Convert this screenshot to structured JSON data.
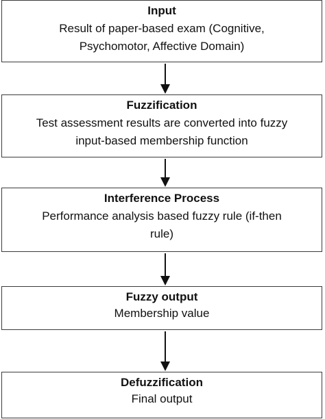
{
  "steps": [
    {
      "title": "Input",
      "desc": "Result of paper-based exam (Cognitive, Psychomotor, Affective Domain)"
    },
    {
      "title": "Fuzzification",
      "desc": "Test assessment results are converted into fuzzy input-based membership function"
    },
    {
      "title": "Interference Process",
      "desc": "Performance analysis based fuzzy rule (if-then rule)"
    },
    {
      "title": "Fuzzy output",
      "desc": "Membership value"
    },
    {
      "title": "Defuzzification",
      "desc": "Final output"
    }
  ],
  "colors": {
    "border": "#3a3a3a",
    "text": "#111111",
    "arrow": "#111111"
  }
}
